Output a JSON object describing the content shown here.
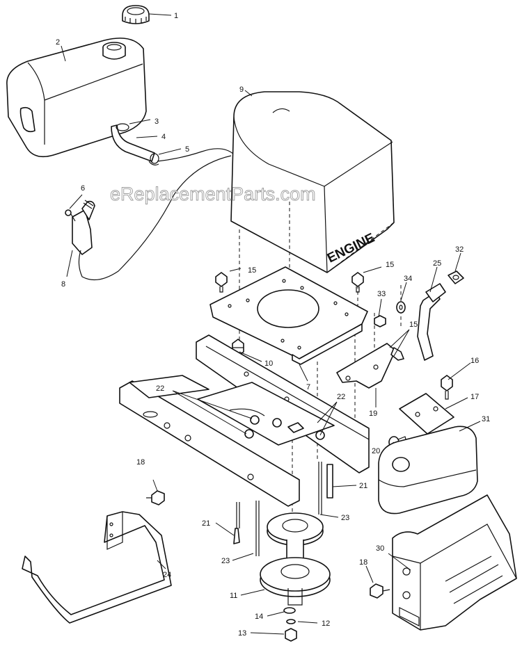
{
  "watermark": "eReplacementParts.com",
  "engine_label": "ENGINE",
  "callouts": {
    "c1": "1",
    "c2": "2",
    "c3": "3",
    "c4": "4",
    "c5": "5",
    "c6": "6",
    "c7": "7",
    "c8": "8",
    "c9": "9",
    "c10": "10",
    "c11": "11",
    "c12": "12",
    "c13": "13",
    "c14": "14",
    "c15a": "15",
    "c15b": "15",
    "c15c": "15",
    "c16": "16",
    "c17": "17",
    "c18a": "18",
    "c18b": "18",
    "c19": "19",
    "c20": "20",
    "c21a": "21",
    "c21b": "21",
    "c22a": "22",
    "c22b": "22",
    "c23a": "23",
    "c23b": "23",
    "c24": "24",
    "c25": "25",
    "c30": "30",
    "c31": "31",
    "c32": "32",
    "c33": "33",
    "c34": "34"
  },
  "colors": {
    "line": "#111111",
    "background": "#ffffff",
    "watermark": "#8a8a8a"
  }
}
